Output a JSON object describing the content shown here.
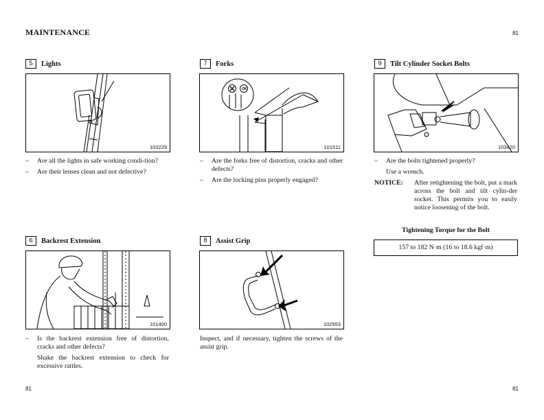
{
  "header": {
    "title": "MAINTENANCE",
    "page_top": "81"
  },
  "footer": {
    "page_left": "81",
    "page_right": "81"
  },
  "sections": {
    "lights": {
      "number": "5",
      "title": "Lights",
      "figure_code": "103229",
      "items": [
        "Are all the lights in safe working condi-tion?",
        "Are their lenses clean and not defective?"
      ]
    },
    "forks": {
      "number": "7",
      "title": "Forks",
      "figure_code": "101511",
      "items": [
        "Are the forks free of distortion, cracks and other defects?",
        "Are the locking pins properly engaged?"
      ]
    },
    "tilt": {
      "number": "9",
      "title": "Tilt Cylinder Socket Bolts",
      "figure_code": "103420",
      "items": [
        "Are the bolts tightened properly?"
      ],
      "note": "Use a wrench.",
      "notice_label": "NOTICE:",
      "notice_text": "After retightening the bolt, put a mark across the bolt and tilt cylin-der socket. This permits you to easily notice loosening of the bolt.",
      "torque_title": "Tightening Torque for the Bolt",
      "torque_value": "157 to 182 N·m (16 to 18.6 kgf·m)"
    },
    "backrest": {
      "number": "6",
      "title": "Backrest Extension",
      "figure_code": "101400",
      "items": [
        "Is the backrest extension free of distortion, cracks and other defects?"
      ],
      "note": "Shake the backrest extension to check for excessive rattles."
    },
    "grip": {
      "number": "8",
      "title": "Assist Grip",
      "figure_code": "102553",
      "body": "Inspect, and if necessary, tighten the screws of the assist grip."
    }
  }
}
